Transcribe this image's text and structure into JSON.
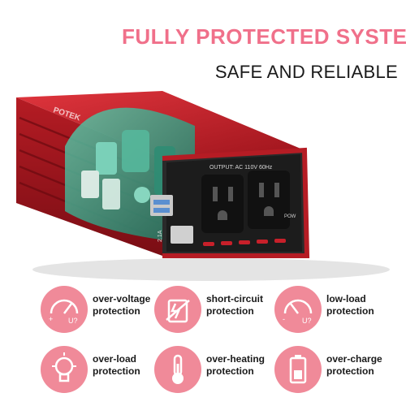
{
  "header": {
    "title": "FULLY PROTECTED SYSTEM",
    "subtitle": "SAFE AND RELIABLE"
  },
  "product": {
    "brand": "POTEK",
    "outlet_spec": "OUTPUT: AC 110V 60Hz",
    "usb_rating": "2.1A",
    "switch_label": "POW",
    "icon": "power-inverter-image"
  },
  "features": [
    {
      "line1": "over-voltage",
      "line2": "protection",
      "icon": "gauge-high-icon"
    },
    {
      "line1": "short-circuit",
      "line2": "protection",
      "icon": "short-circuit-icon"
    },
    {
      "line1": "low-load",
      "line2": "protection",
      "icon": "gauge-low-icon"
    },
    {
      "line1": "over-load",
      "line2": "protection",
      "icon": "lightbulb-icon"
    },
    {
      "line1": "over-heating",
      "line2": "protection",
      "icon": "thermometer-icon"
    },
    {
      "line1": "over-charge",
      "line2": "protection",
      "icon": "battery-icon"
    }
  ],
  "colors": {
    "accent": "#f0708a",
    "badge": "#f08a99",
    "housing": "#c8202a",
    "circuit": "#3aa58a"
  }
}
